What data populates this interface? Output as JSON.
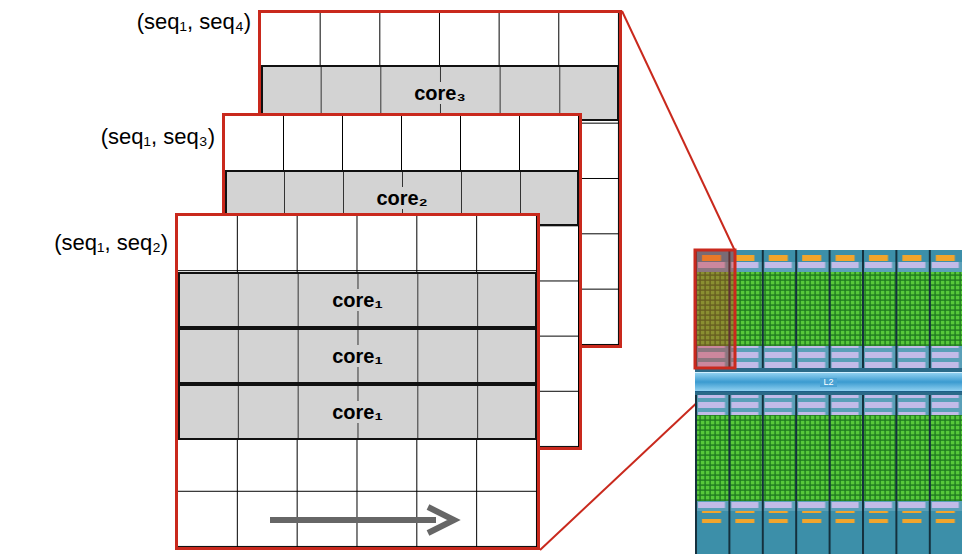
{
  "diagram": {
    "nodes": [
      {
        "text": [
          "(seq₁, seq₄)"
        ]
      },
      {
        "text": [
          "core₃"
        ],
        "in": 0
      },
      {
        "text": [
          "(seq₁, seq₃)"
        ]
      },
      {
        "text": [
          "core₂"
        ],
        "in": 2
      },
      {
        "text": [
          "(seq₁, seq₂)"
        ]
      },
      {
        "text": [
          "core₁"
        ],
        "in": 4
      },
      {
        "text": [
          "core₁"
        ],
        "in": 4
      },
      {
        "text": [
          "core₁"
        ],
        "in": 4
      },
      {
        "text": [
          "L2"
        ]
      }
    ]
  }
}
